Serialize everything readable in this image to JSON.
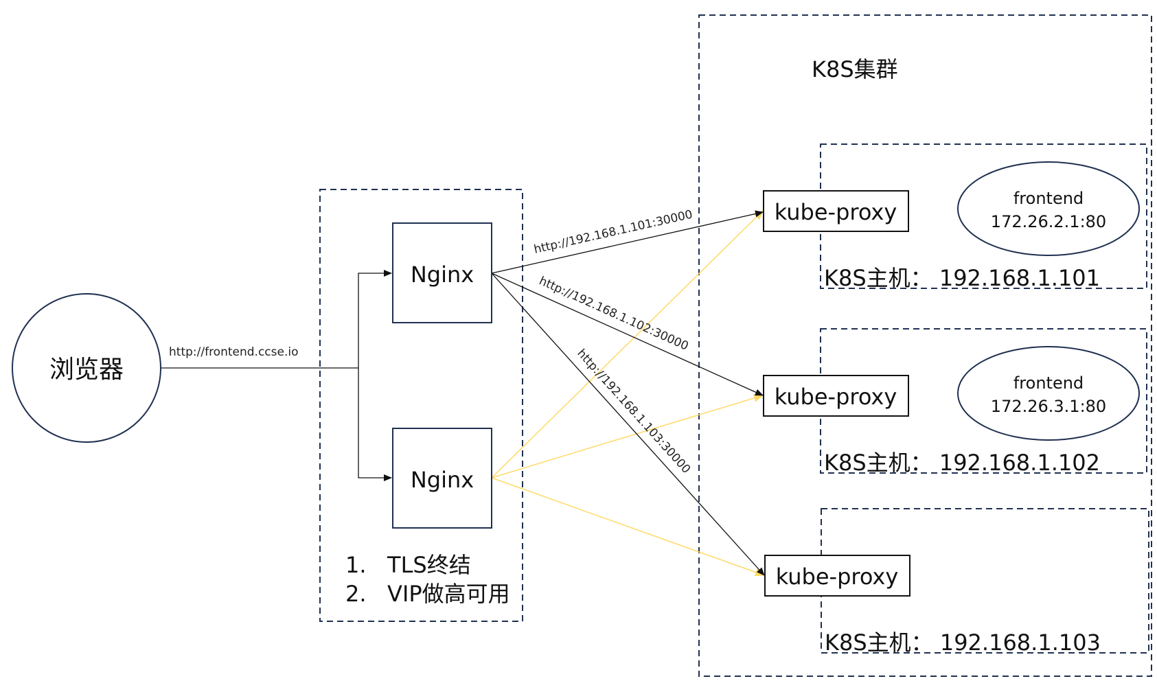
{
  "browser": {
    "label": "浏览器"
  },
  "browser_edge": {
    "label": "http://frontend.ccse.io"
  },
  "load_balancer": {
    "nginx": [
      {
        "label": "Nginx"
      },
      {
        "label": "Nginx"
      }
    ],
    "notes": [
      "1.   TLS终结",
      "2.   VIP做高可用"
    ]
  },
  "cluster": {
    "title": "K8S集群",
    "hosts": [
      {
        "label": "K8S主机：  192.168.1.101",
        "proxy": "kube-proxy",
        "pod": {
          "name": "frontend",
          "addr": "172.26.2.1:80"
        }
      },
      {
        "label": "K8S主机：  192.168.1.102",
        "proxy": "kube-proxy",
        "pod": {
          "name": "frontend",
          "addr": "172.26.3.1:80"
        }
      },
      {
        "label": "K8S主机：  192.168.1.103",
        "proxy": "kube-proxy",
        "pod": null
      }
    ]
  },
  "edges": {
    "primary": [
      {
        "label": "http://192.168.1.101:30000",
        "to_host": 0
      },
      {
        "label": "http://192.168.1.102:30000",
        "to_host": 1
      },
      {
        "label": "http://192.168.1.103:30000",
        "to_host": 2
      }
    ],
    "secondary_color": "#FFD966",
    "primary_color": "#111111"
  },
  "colors": {
    "navy": "#1F3050",
    "black": "#111111",
    "yellow": "#FFD966"
  }
}
